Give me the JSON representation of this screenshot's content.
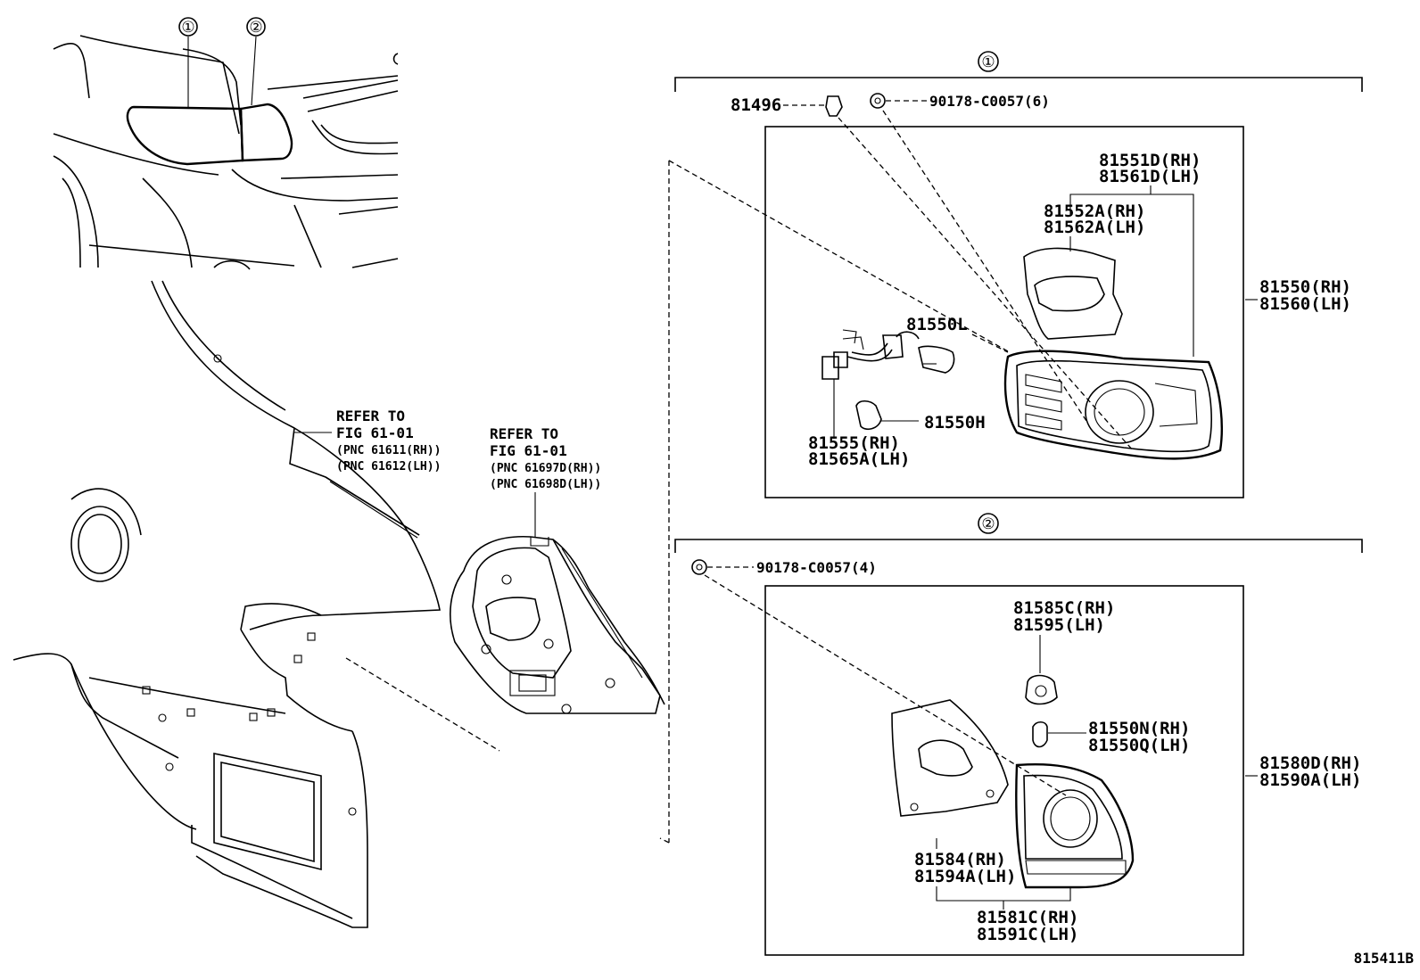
{
  "callouts": [
    "①",
    "②"
  ],
  "group1": {
    "callout": "①",
    "bulb_socket": "81496",
    "screw": "90178-C0057(6)",
    "lens_gasket_rh": "81551D(RH)",
    "lens_gasket_lh": "81561D(LH)",
    "cover_rh": "81552A(RH)",
    "cover_lh": "81562A(LH)",
    "bulb_l": "81550L",
    "bulb_h": "81550H",
    "socket_rh": "81555(RH)",
    "socket_lh": "81565A(LH)",
    "assy_rh": "81550(RH)",
    "assy_lh": "81560(LH)"
  },
  "group2": {
    "callout": "②",
    "screw": "90178-C0057(4)",
    "socket_rh": "81585C(RH)",
    "socket_lh": "81595(LH)",
    "bulb_rh": "81550N(RH)",
    "bulb_lh": "81550Q(LH)",
    "assy_rh": "81580D(RH)",
    "assy_lh": "81590A(LH)",
    "cover_rh": "81584(RH)",
    "cover_lh": "81594A(LH)",
    "gasket_rh": "81581C(RH)",
    "gasket_lh": "81591C(LH)"
  },
  "refer1": {
    "line1": "REFER TO",
    "line2": "FIG 61-01",
    "line3": "(PNC 61611(RH))",
    "line4": "(PNC 61612(LH))"
  },
  "refer2": {
    "line1": "REFER TO",
    "line2": "FIG 61-01",
    "line3": "(PNC 61697D(RH))",
    "line4": "(PNC 61698D(LH))"
  },
  "figure_id": "815411B"
}
